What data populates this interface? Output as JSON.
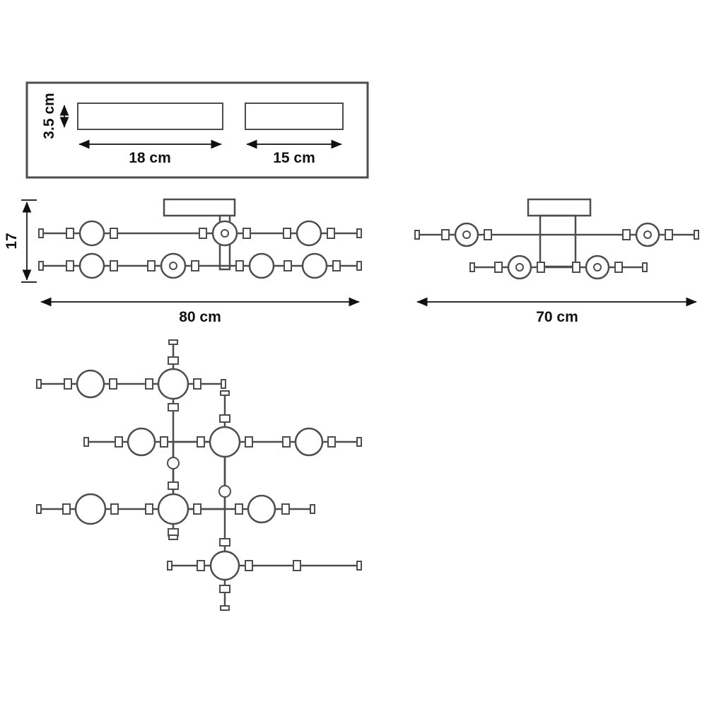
{
  "labels": {
    "plate_height": "3.5 cm",
    "plate_left_width": "18 cm",
    "plate_right_width": "15 cm",
    "fixture_height": "17",
    "front_width": "80 cm",
    "side_width": "70 cm"
  },
  "colors": {
    "line": "#4d4d4d",
    "text": "#111111",
    "bg": "#ffffff"
  }
}
